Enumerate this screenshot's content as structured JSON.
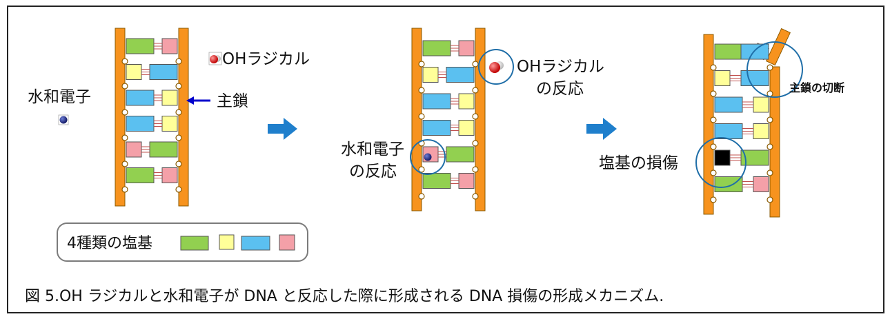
{
  "caption": "図 5.OH ラジカルと水和電子が DNA と反応した際に形成される DNA 損傷の形成メカニズム.",
  "labels": {
    "hydrated_electron": "水和電子",
    "oh_radical": "OHラジカル",
    "backbone": "主鎖",
    "oh_reaction_1": "OHラジカル",
    "oh_reaction_2": "の反応",
    "electron_reaction_1": "水和電子",
    "electron_reaction_2": "の反応",
    "base_damage": "塩基の損傷",
    "strand_break": "主鎖の切断",
    "legend": "4種類の塩基"
  },
  "colors": {
    "backbone": "#f7931e",
    "base_green": "#92d050",
    "base_yellow": "#ffff99",
    "base_blue": "#5bc0f0",
    "base_pink": "#f4a0a8",
    "base_damaged": "#000000",
    "circle": "#1f6ea8",
    "arrow": "#1f7fcc",
    "pointer_arrow": "#0000cc"
  },
  "icons": [
    "oh-radical-icon",
    "hydrated-electron-icon"
  ]
}
